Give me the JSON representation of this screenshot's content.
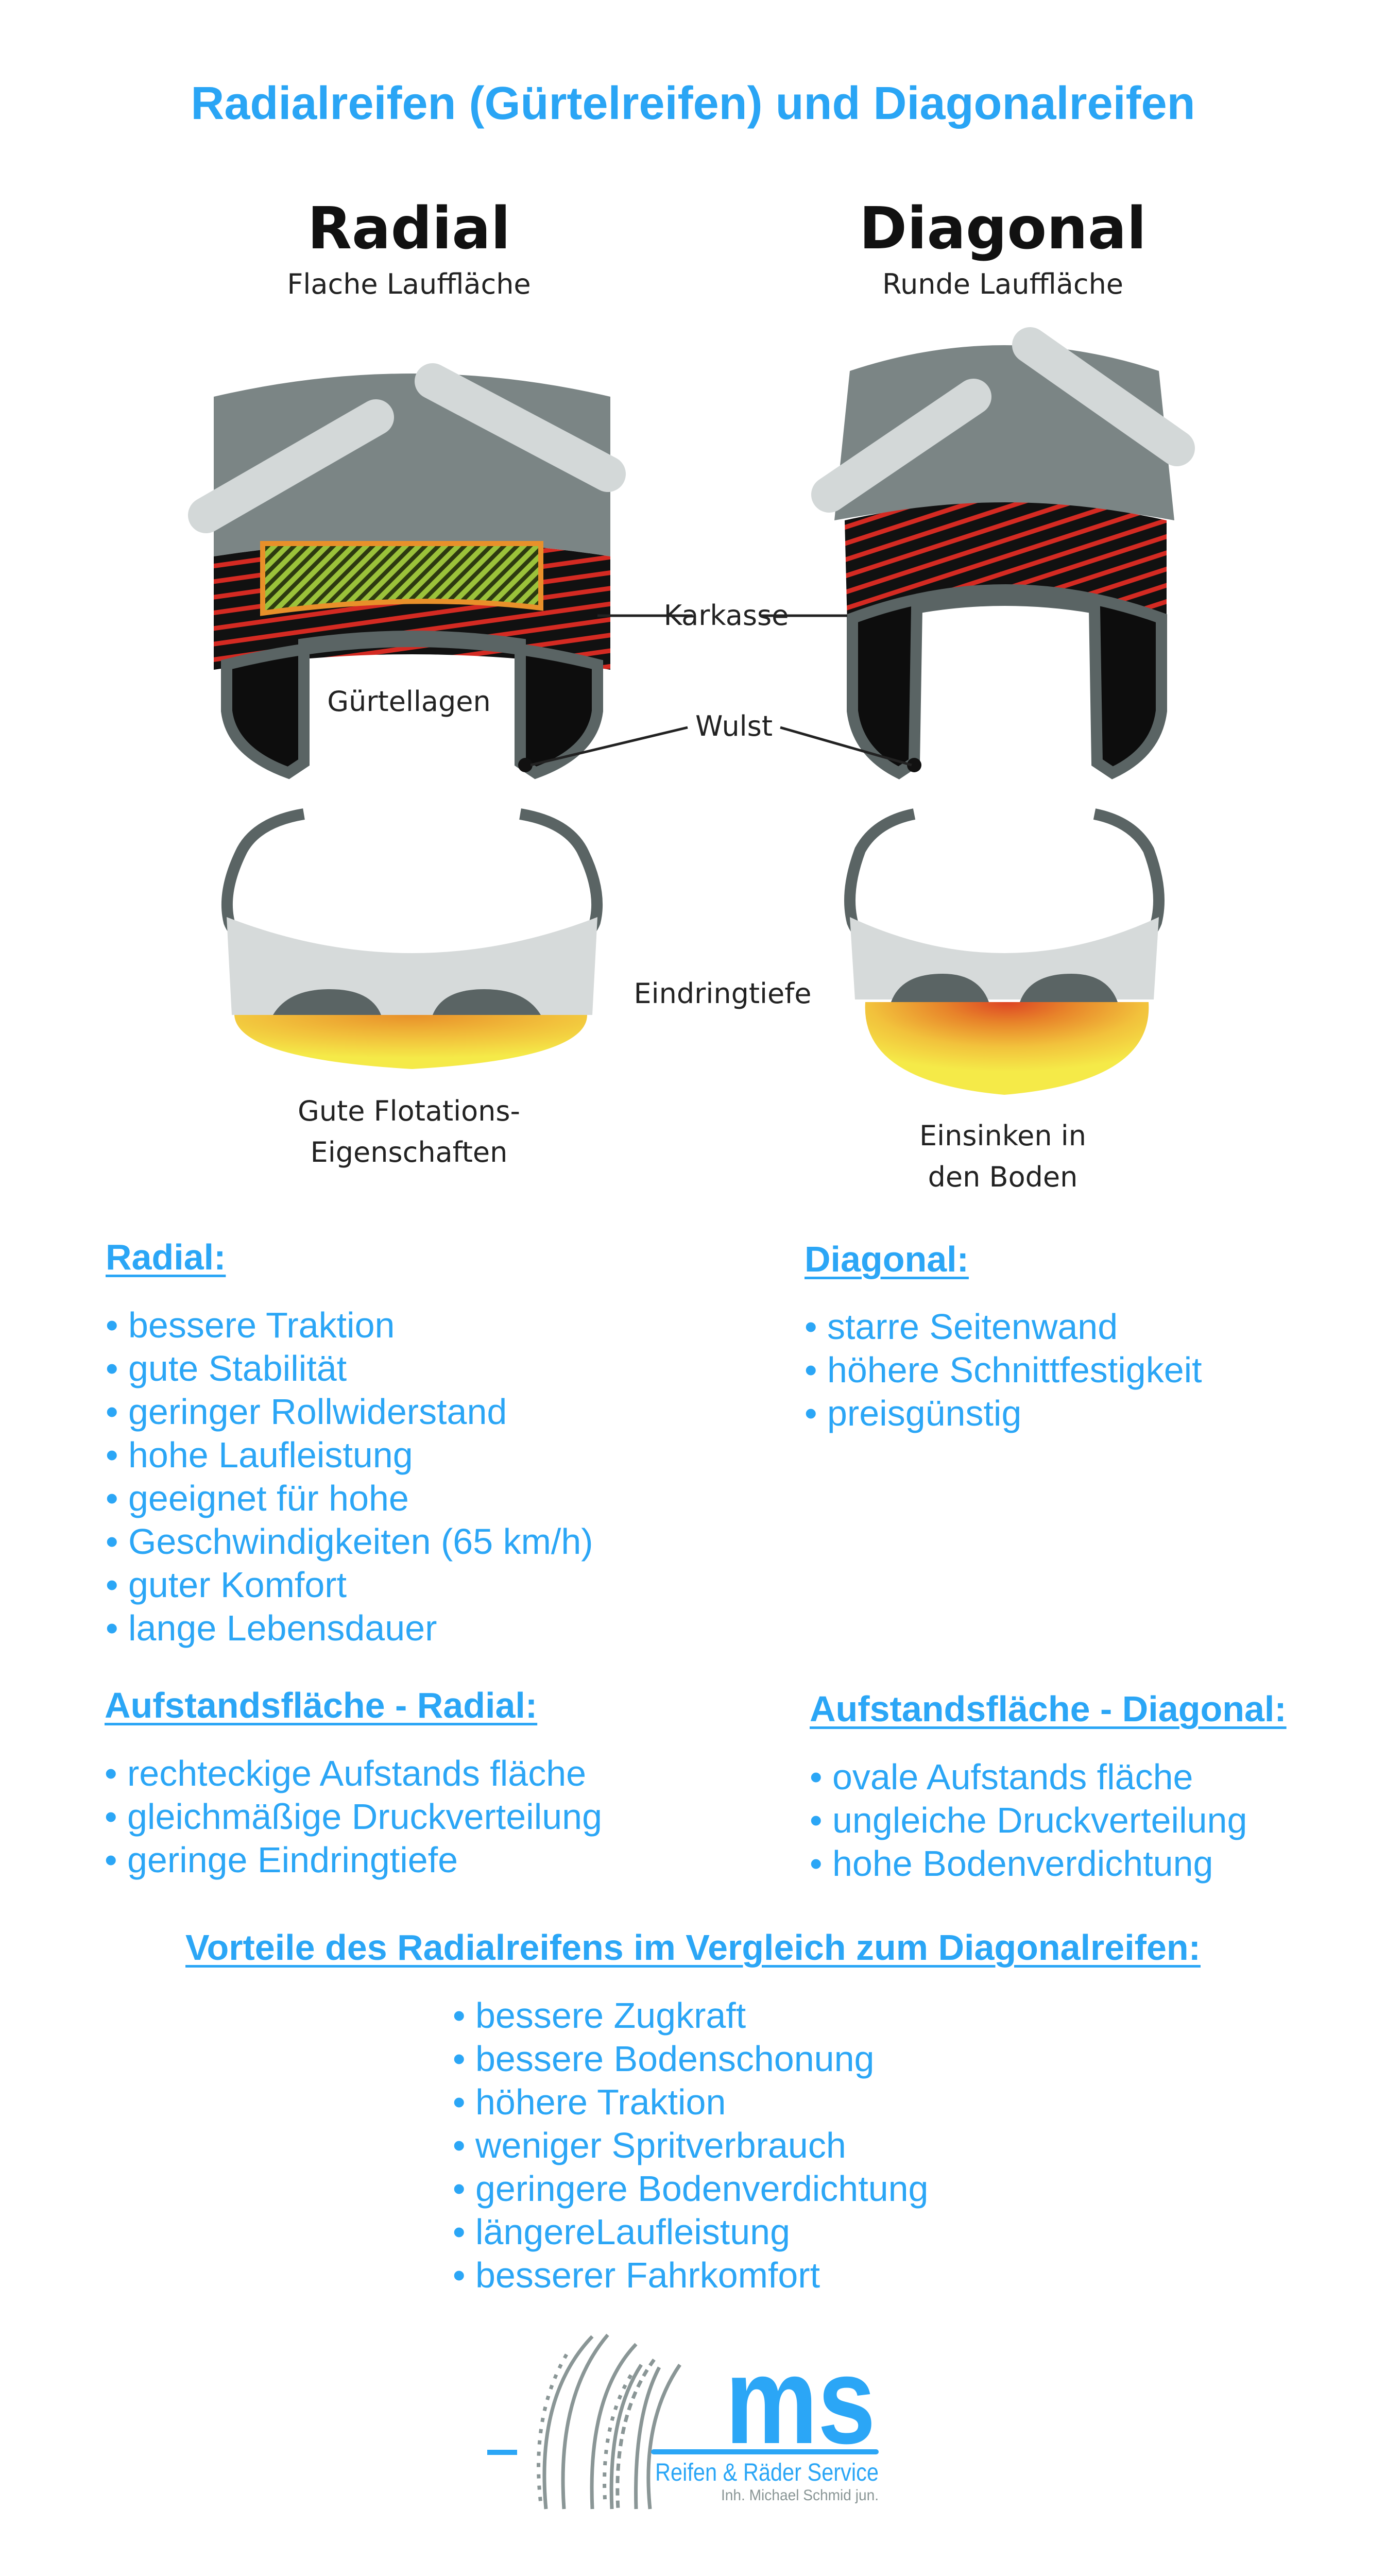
{
  "title": "Radialreifen (Gürtelreifen) und Diagonalreifen",
  "diagram": {
    "radial_title": "Radial",
    "radial_subtitle": "Flache Lauffläche",
    "diagonal_title": "Diagonal",
    "diagonal_subtitle": "Runde Lauffläche",
    "label_karkasse": "Karkasse",
    "label_guertellagen": "Gürtellagen",
    "label_wulst": "Wulst",
    "label_eindringtiefe": "Eindringtiefe",
    "radial_caption": [
      "Gute Flotations-",
      "Eigenschaften"
    ],
    "diagonal_caption": [
      "Einsinken in",
      "den Boden"
    ]
  },
  "radial": {
    "heading": "Radial:",
    "items": [
      "bessere Traktion",
      "gute Stabilität",
      "geringer Rollwiderstand",
      "hohe Laufleistung",
      "geeignet für hohe",
      "Geschwindigkeiten (65 km/h)",
      "guter Komfort",
      "lange Lebensdauer"
    ]
  },
  "diagonal": {
    "heading": "Diagonal:",
    "items": [
      "starre Seitenwand",
      "höhere Schnittfestigkeit",
      "preisgünstig"
    ]
  },
  "contact_radial": {
    "heading": "Aufstandsfläche - Radial:",
    "items": [
      "rechteckige Aufstands fläche",
      "gleichmäßige Druckverteilung",
      "geringe Eindringtiefe"
    ]
  },
  "contact_diagonal": {
    "heading": "Aufstandsfläche - Diagonal:",
    "items": [
      "ovale Aufstands fläche",
      "ungleiche Druckverteilung",
      "hohe Bodenverdichtung"
    ]
  },
  "advantages": {
    "heading": "Vorteile des Radialreifens im Vergleich zum Diagonalreifen:",
    "items": [
      "bessere Zugkraft",
      "bessere Bodenschonung",
      "höhere Traktion",
      "weniger Spritverbrauch",
      "geringere Bodenverdichtung",
      "längereLaufleistung",
      "besserer Fahrkomfort"
    ]
  },
  "logo": {
    "mark": "ms",
    "name": "Reifen & Räder Service",
    "owner": "Inh. Michael Schmid jun."
  },
  "colors": {
    "accent": "#2ba6f6",
    "tire_gray": "#7b8585",
    "logo_gray": "#8a9696"
  }
}
